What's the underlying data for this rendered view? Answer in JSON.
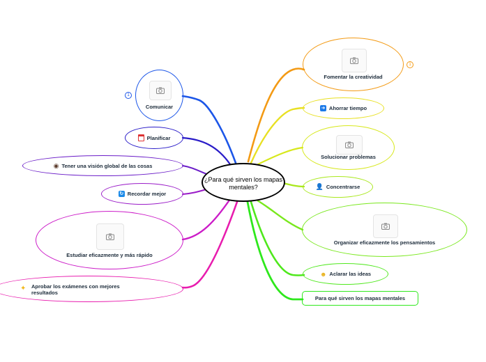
{
  "central": {
    "label": "¿Para qué sirven los mapas mentales?"
  },
  "topics": {
    "fomentar": {
      "label": "Fomentar la creatividad",
      "color": "#f39a14",
      "badge": "1",
      "icon": "camera-icon"
    },
    "ahorrar": {
      "label": "Ahorrar tiempo",
      "color": "#e8e022",
      "icon": "arrow-right-icon"
    },
    "solucionar": {
      "label": "Solucionar problemas",
      "color": "#d7e81c",
      "icon": "camera-icon"
    },
    "concentrarse": {
      "label": "Concentrarse",
      "color": "#a9e81c",
      "icon": "person-icon"
    },
    "organizar": {
      "label": "Organizar eficazmente los pensamientos",
      "color": "#79e81c",
      "icon": "camera-icon"
    },
    "aclarar": {
      "label": "Aclarar las ideas",
      "color": "#4fe81c",
      "icon": "smiley-icon"
    },
    "para_que": {
      "label": "Para qué sirven los mapas mentales",
      "color": "#2ee81c"
    },
    "comunicar": {
      "label": "Comunicar",
      "color": "#1c56e8",
      "badge": "1",
      "icon": "camera-icon"
    },
    "planificar": {
      "label": "Planificar",
      "color": "#2a1cc8",
      "icon": "calendar-icon"
    },
    "vision": {
      "label": "Tener una visión global de las cosas",
      "color": "#6a1cc8",
      "icon": "eye-icon"
    },
    "recordar": {
      "label": "Recordar mejor",
      "color": "#9a1cc8",
      "icon": "refresh-icon"
    },
    "estudiar": {
      "label": "Estudiar eficazmente y más rápido",
      "color": "#cc1cc8",
      "icon": "camera-icon"
    },
    "aprobar": {
      "label": "Aprobar los exámenes con mejores resultados",
      "color": "#e81cae",
      "icon": "star-icon"
    }
  }
}
